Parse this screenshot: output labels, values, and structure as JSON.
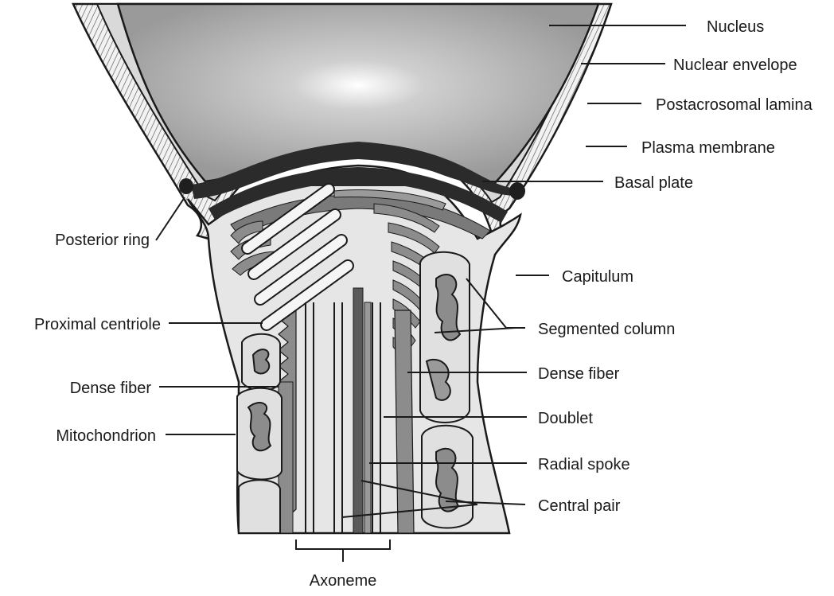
{
  "labels_right": {
    "nucleus": "Nucleus",
    "nuclear_envelope": "Nuclear envelope",
    "postacrosomal_lamina": "Postacrosomal lamina",
    "plasma_membrane": "Plasma membrane",
    "basal_plate": "Basal plate",
    "capitulum": "Capitulum",
    "segmented_column": "Segmented column",
    "dense_fiber": "Dense fiber",
    "doublet": "Doublet",
    "radial_spoke": "Radial spoke",
    "central_pair": "Central pair"
  },
  "labels_left": {
    "posterior_ring": "Posterior ring",
    "proximal_centriole": "Proximal centriole",
    "dense_fiber": "Dense fiber",
    "mitochondrion": "Mitochondrion"
  },
  "labels_bottom": {
    "axoneme": "Axoneme"
  },
  "colors": {
    "nucleus_fill": "#a6a6a6",
    "dark_structure": "#2b2b2b",
    "membrane_fill": "#e6e6e6",
    "mid_gray": "#8c8c8c",
    "outline": "#1a1a1a"
  }
}
